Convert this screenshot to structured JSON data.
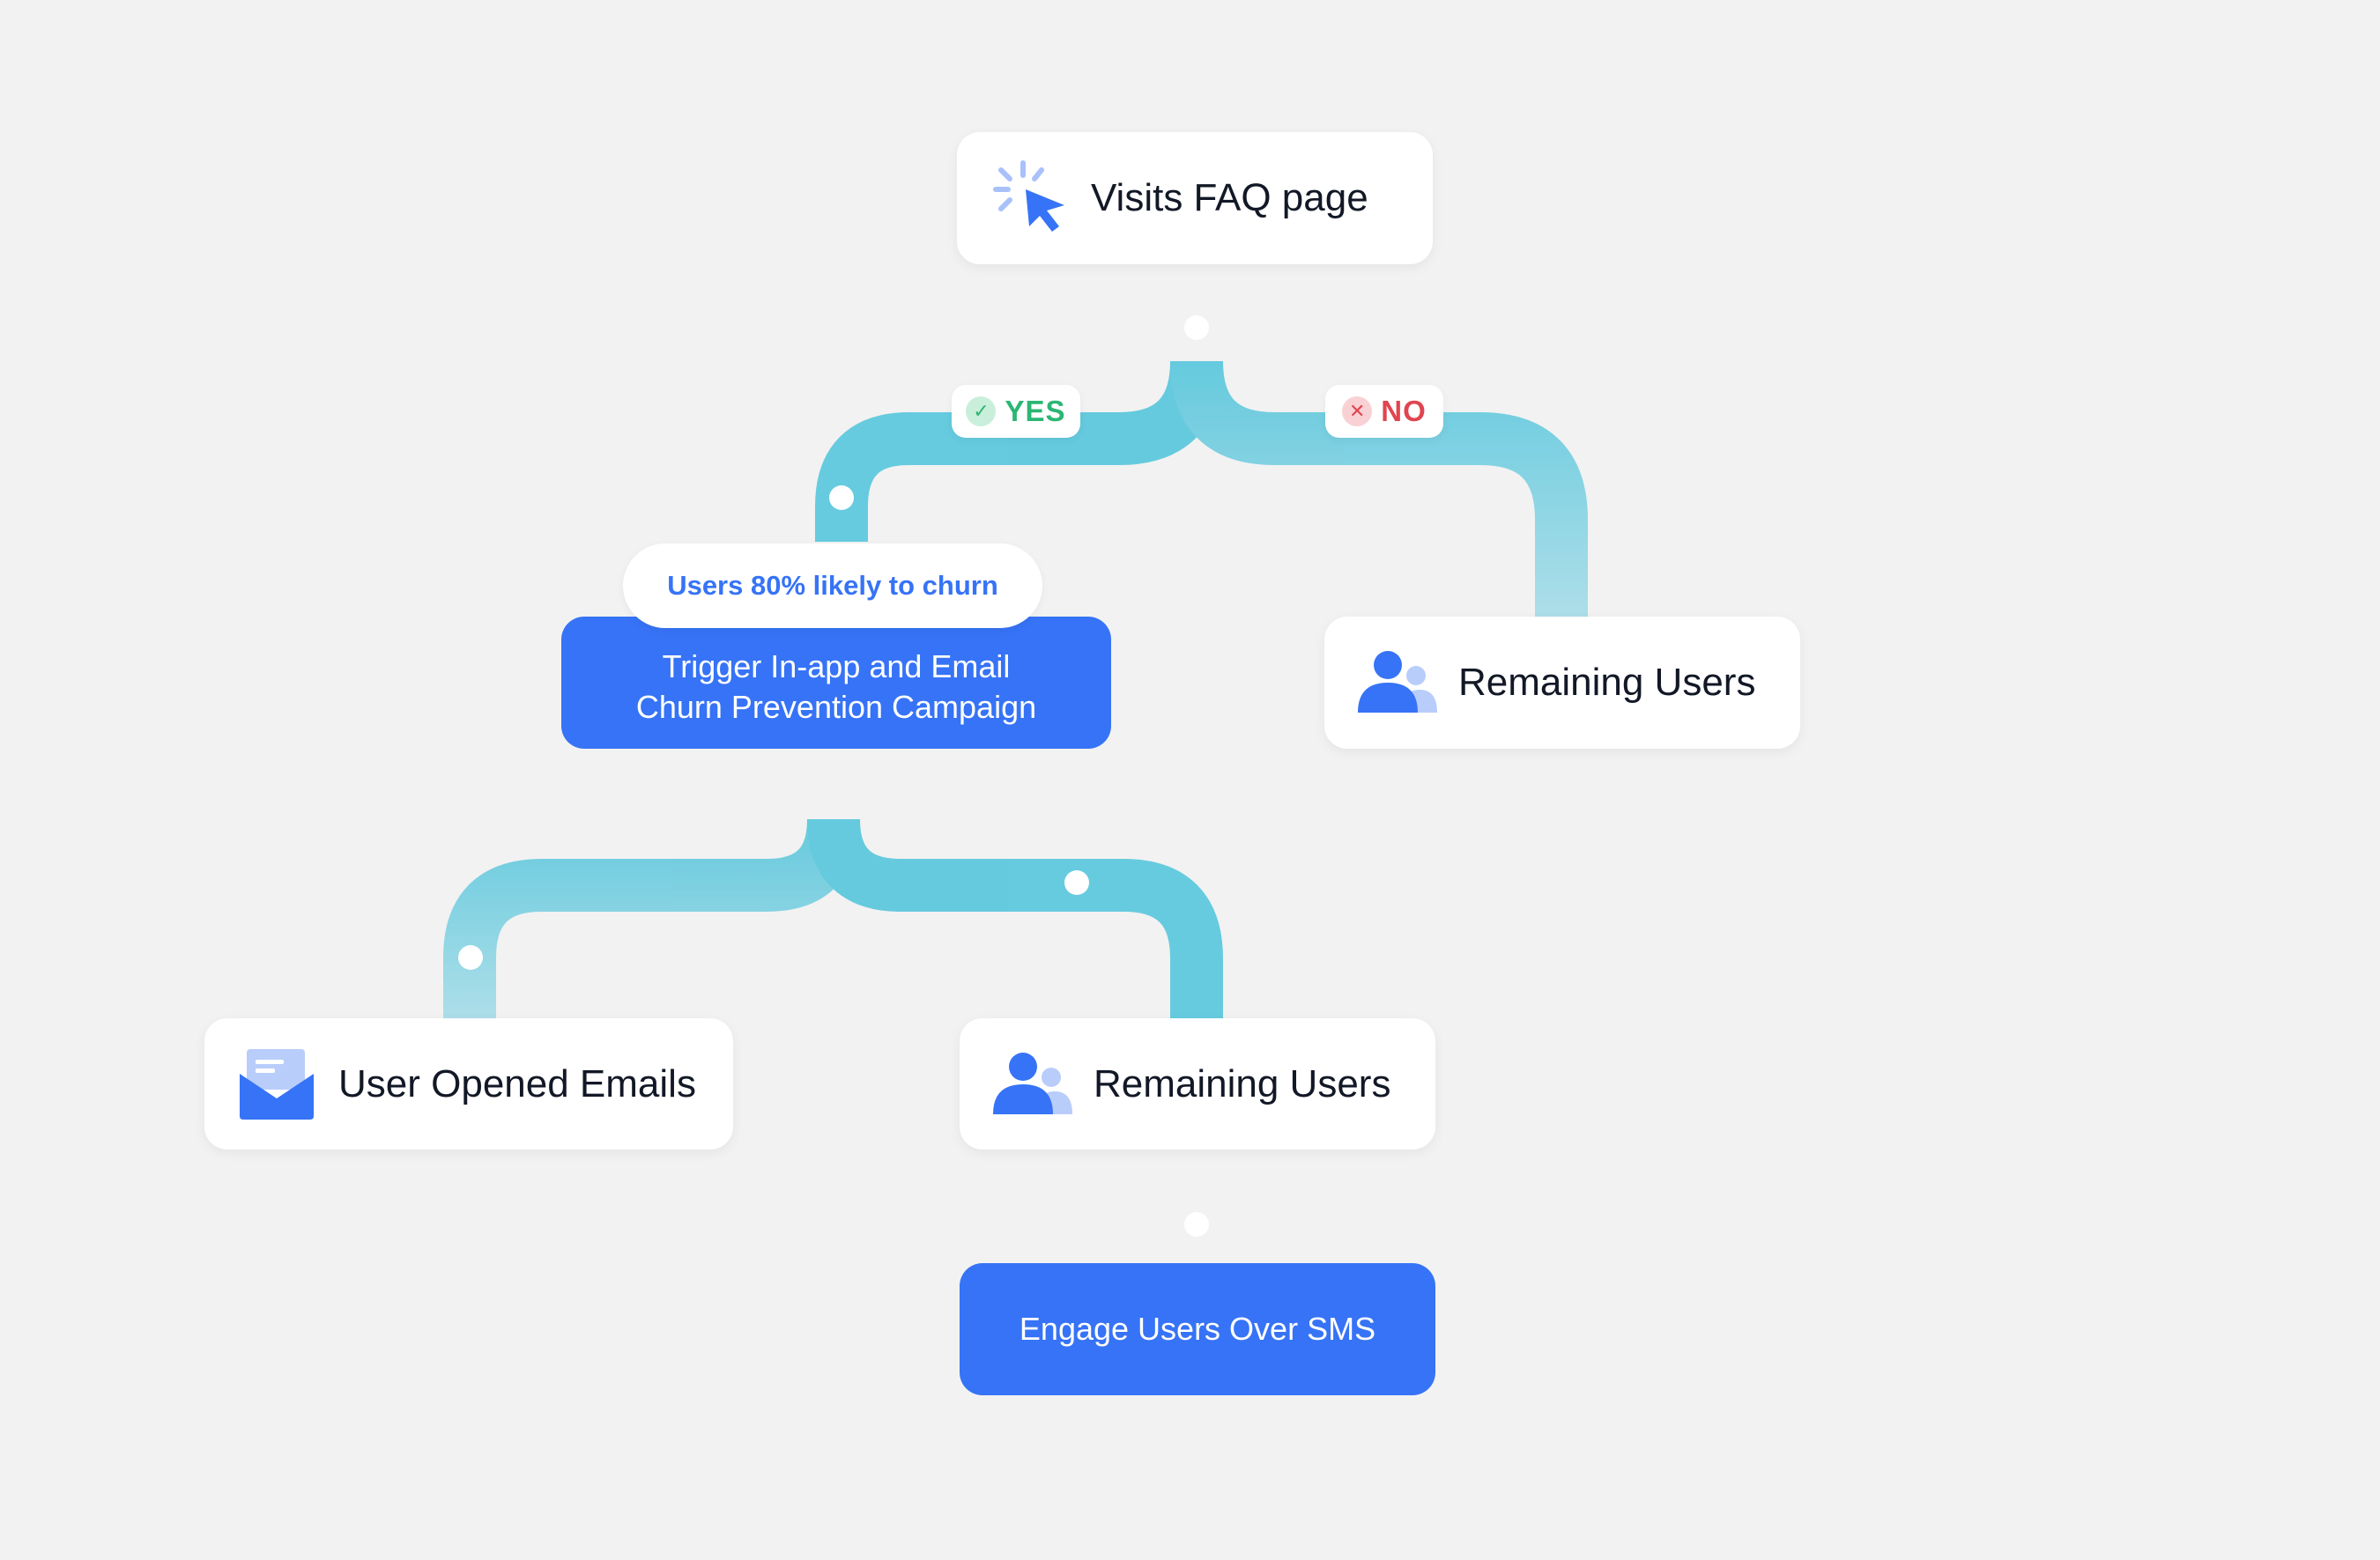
{
  "colors": {
    "background": "#f2f2f2",
    "path": "#5ec8dd",
    "accent_blue": "#3673f6",
    "yes_green": "#2bb673",
    "no_red": "#e0454f"
  },
  "nodes": {
    "faq": {
      "label": "Visits FAQ page",
      "icon": "cursor-click-icon"
    },
    "yes_tag": {
      "label": "YES",
      "icon": "check-circle-icon"
    },
    "no_tag": {
      "label": "NO",
      "icon": "x-circle-icon"
    },
    "segment_pill": {
      "label": "Users 80% likely to churn"
    },
    "trigger": {
      "line1": "Trigger In-app and Email",
      "line2": "Churn Prevention Campaign"
    },
    "remaining_right": {
      "label": "Remaining Users",
      "icon": "users-icon"
    },
    "opened_emails": {
      "label": "User Opened Emails",
      "icon": "envelope-icon"
    },
    "remaining_bottom": {
      "label": "Remaining Users",
      "icon": "users-icon"
    },
    "sms": {
      "label": "Engage Users Over SMS"
    }
  }
}
